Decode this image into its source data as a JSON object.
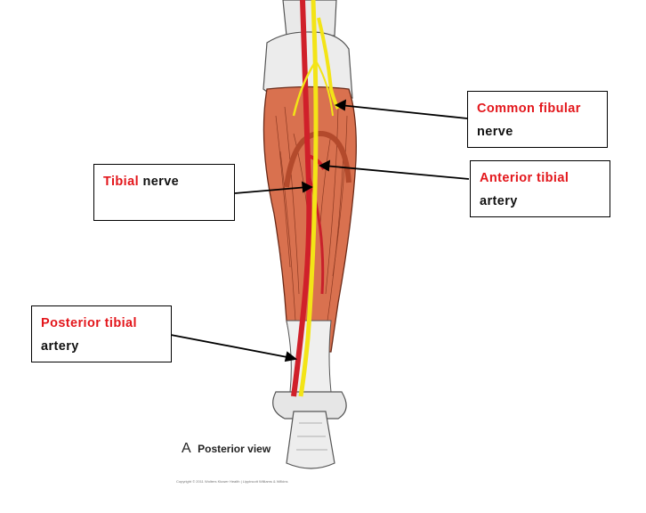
{
  "labels": {
    "common_fibular": {
      "red": "Common fibular",
      "black": "nerve"
    },
    "tibial": {
      "red": "Tibial",
      "black": " nerve"
    },
    "anterior_tibial": {
      "red": "Anterior tibial",
      "black": "artery"
    },
    "posterior_tibial": {
      "red": "Posterior tibial",
      "black": "artery"
    }
  },
  "caption": {
    "letter": "A",
    "text": "Posterior view"
  },
  "copyright": "Copyright © 2011 Wolters Kluwer Health | Lippincott Williams & Wilkins",
  "colors": {
    "label_red": "#e3161b",
    "nerve": "#f3e417",
    "artery": "#d0202a",
    "muscle": "#d9714f",
    "bone": "#e8e8e8"
  }
}
